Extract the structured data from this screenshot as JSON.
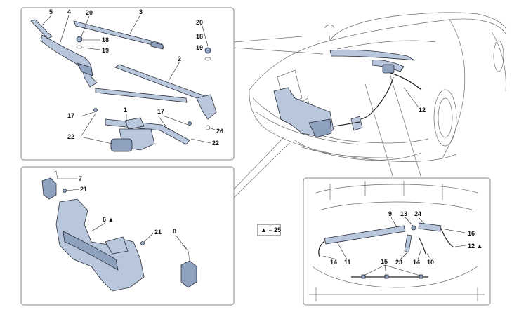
{
  "labels": {
    "l5": "5",
    "l4": "4",
    "l20a": "20",
    "l3": "3",
    "l18a": "18",
    "l19a": "19",
    "l20b": "20",
    "l18b": "18",
    "l19b": "19",
    "l2": "2",
    "l17a": "17",
    "l1": "1",
    "l17b": "17",
    "l26": "26",
    "l22a": "22",
    "l22b": "22",
    "l7": "7",
    "l21a": "21",
    "l6": "6 ▲",
    "l21b": "21",
    "l8": "8",
    "l12a": "12",
    "l9": "9",
    "l13": "13",
    "l24": "24",
    "l16": "16",
    "l12b": "12 ▲",
    "l14a": "14",
    "l11": "11",
    "l15": "15",
    "l23": "23",
    "l14b": "14",
    "l10": "10"
  },
  "legend": {
    "text": "▲ = 25"
  }
}
